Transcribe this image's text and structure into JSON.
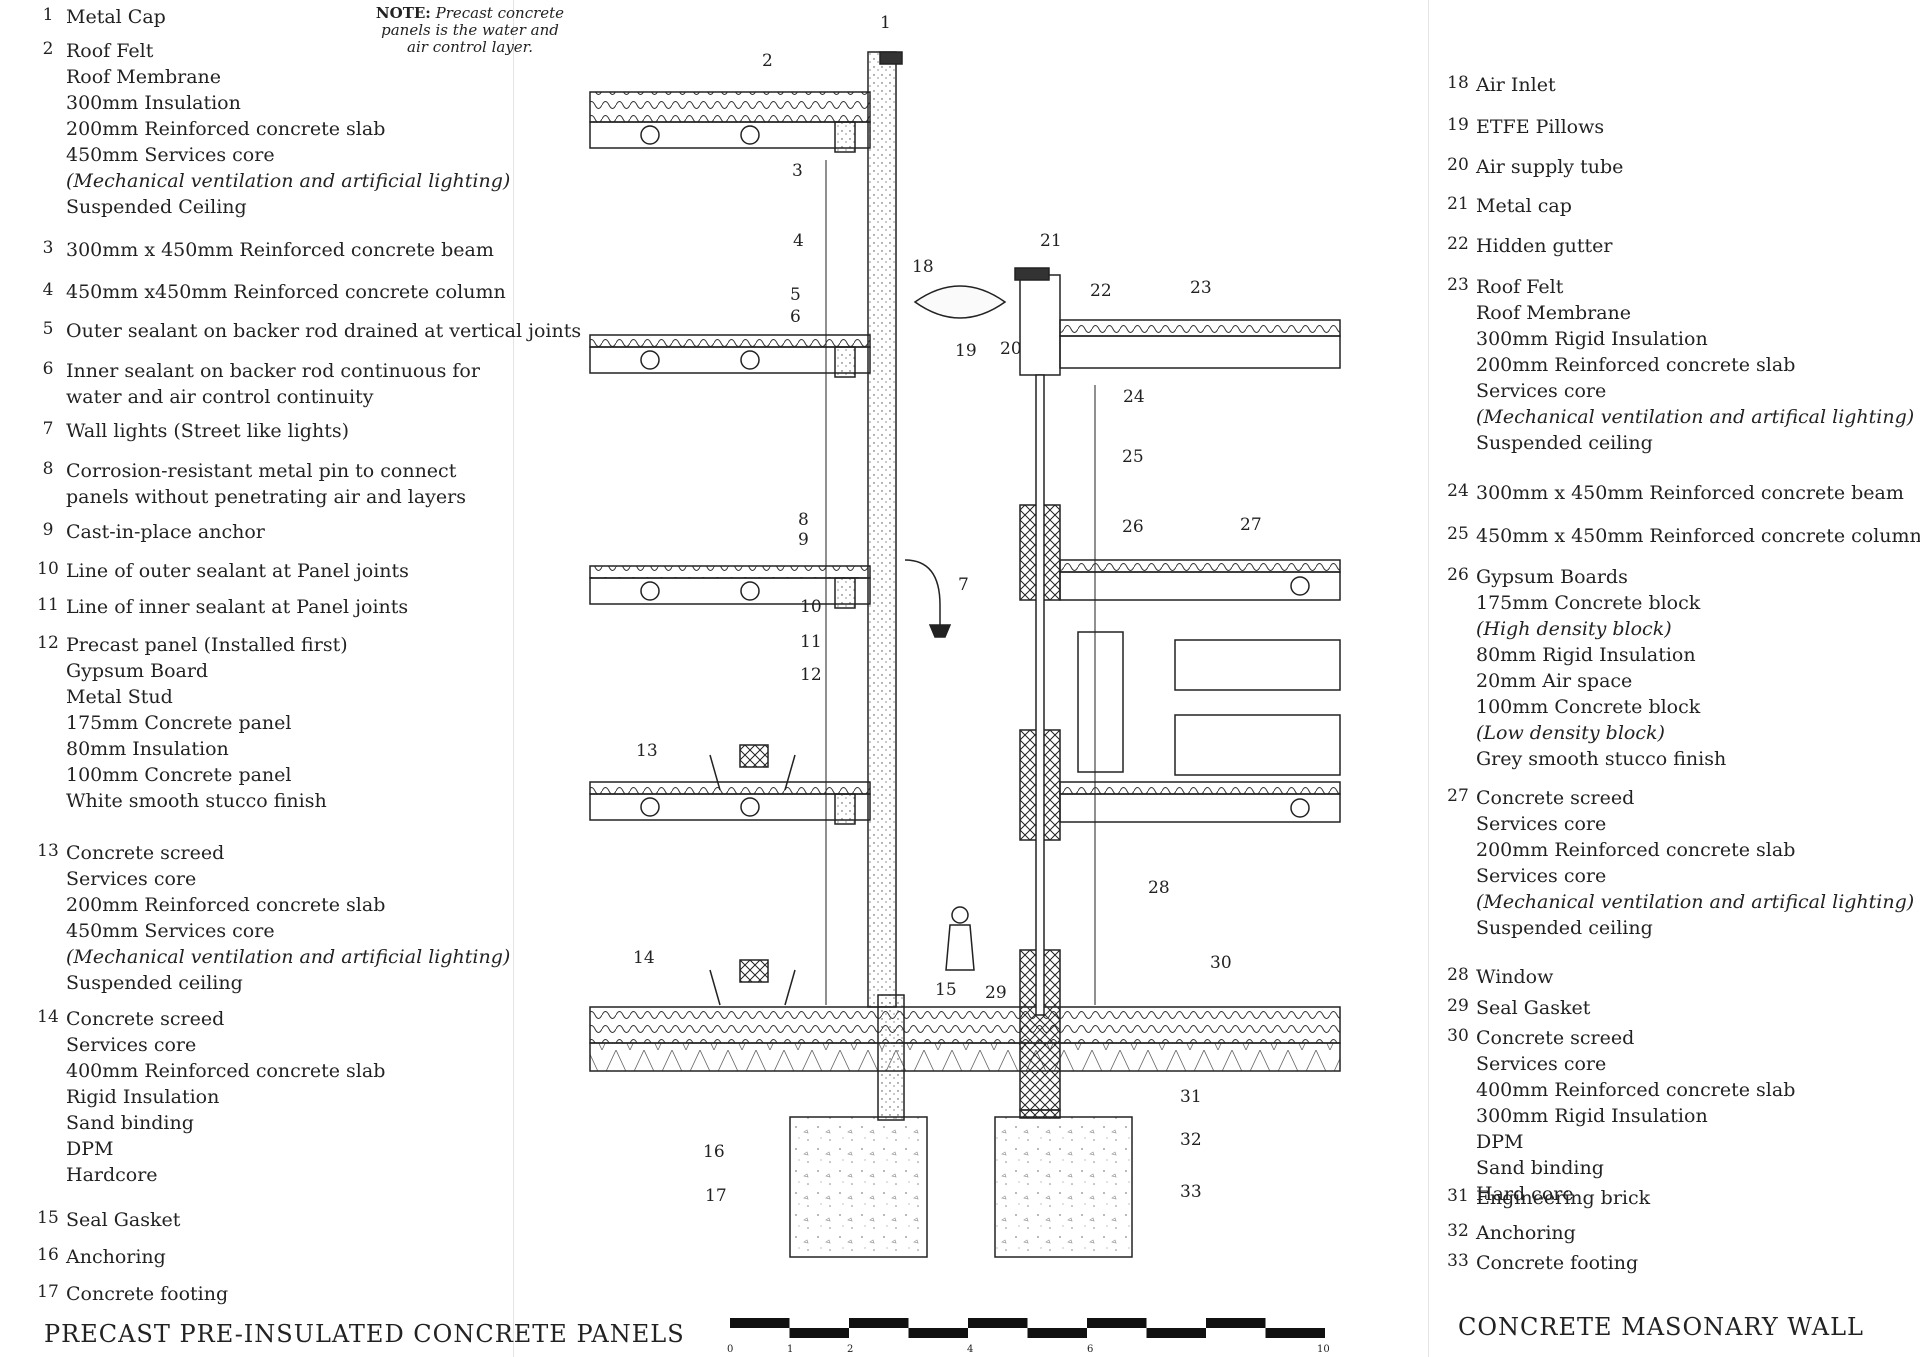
{
  "note": {
    "label": "NOTE:",
    "text": "Precast concrete panels is the water and air control layer."
  },
  "left_legend": [
    {
      "num": "1",
      "lines": [
        "Metal Cap"
      ]
    },
    {
      "num": "2",
      "lines": [
        "Roof Felt",
        "Roof Membrane",
        "300mm Insulation",
        "200mm Reinforced concrete slab",
        "450mm Services core",
        "(Mechanical ventilation and artificial lighting)",
        "Suspended Ceiling"
      ]
    },
    {
      "num": "3",
      "lines": [
        "300mm x 450mm Reinforced concrete beam"
      ]
    },
    {
      "num": "4",
      "lines": [
        "450mm x450mm Reinforced concrete column"
      ]
    },
    {
      "num": "5",
      "lines": [
        "Outer sealant on backer rod drained at vertical joints"
      ]
    },
    {
      "num": "6",
      "lines": [
        "Inner sealant on backer rod continuous for",
        "water and air control continuity"
      ]
    },
    {
      "num": "7",
      "lines": [
        "Wall lights (Street like lights)"
      ]
    },
    {
      "num": "8",
      "lines": [
        "Corrosion-resistant metal pin to connect",
        "panels without penetrating air and layers"
      ]
    },
    {
      "num": "9",
      "lines": [
        "Cast-in-place anchor"
      ]
    },
    {
      "num": "10",
      "lines": [
        "Line of outer sealant at Panel joints"
      ]
    },
    {
      "num": "11",
      "lines": [
        "Line of inner sealant at Panel joints"
      ]
    },
    {
      "num": "12",
      "lines": [
        "Precast panel (Installed first)",
        "Gypsum Board",
        "Metal Stud",
        "175mm Concrete panel",
        "80mm Insulation",
        "100mm Concrete panel",
        "White smooth stucco finish"
      ]
    },
    {
      "num": "13",
      "lines": [
        "Concrete screed",
        "Services core",
        "200mm Reinforced concrete slab",
        "450mm Services core",
        "(Mechanical ventilation and artificial lighting)",
        "Suspended ceiling"
      ]
    },
    {
      "num": "14",
      "lines": [
        "Concrete screed",
        "Services core",
        "400mm Reinforced concrete slab",
        "Rigid Insulation",
        "Sand binding",
        "DPM",
        "Hardcore"
      ]
    },
    {
      "num": "15",
      "lines": [
        "Seal Gasket"
      ]
    },
    {
      "num": "16",
      "lines": [
        "Anchoring"
      ]
    },
    {
      "num": "17",
      "lines": [
        "Concrete footing"
      ]
    }
  ],
  "right_legend": [
    {
      "num": "18",
      "lines": [
        "Air Inlet"
      ]
    },
    {
      "num": "19",
      "lines": [
        "ETFE Pillows"
      ]
    },
    {
      "num": "20",
      "lines": [
        "Air supply tube"
      ]
    },
    {
      "num": "21",
      "lines": [
        "Metal cap"
      ]
    },
    {
      "num": "22",
      "lines": [
        "Hidden gutter"
      ]
    },
    {
      "num": "23",
      "lines": [
        "Roof Felt",
        "Roof Membrane",
        "300mm Rigid Insulation",
        "200mm Reinforced concrete slab",
        "Services core",
        "(Mechanical ventilation and artifical lighting)",
        "Suspended ceiling"
      ]
    },
    {
      "num": "24",
      "lines": [
        "300mm x 450mm Reinforced concrete beam"
      ]
    },
    {
      "num": "25",
      "lines": [
        "450mm x 450mm Reinforced concrete column"
      ]
    },
    {
      "num": "26",
      "lines": [
        "Gypsum Boards",
        "175mm Concrete block",
        "(High density block)",
        "80mm Rigid Insulation",
        "20mm Air space",
        "100mm Concrete block",
        "(Low density block)",
        "Grey smooth stucco finish"
      ]
    },
    {
      "num": "27",
      "lines": [
        "Concrete screed",
        "Services core",
        "200mm Reinforced concrete slab",
        "Services core",
        "(Mechanical ventilation and artifical lighting)",
        "Suspended ceiling"
      ]
    },
    {
      "num": "28",
      "lines": [
        "Window"
      ]
    },
    {
      "num": "29",
      "lines": [
        "Seal Gasket"
      ]
    },
    {
      "num": "30",
      "lines": [
        "Concrete screed",
        "Services core",
        "400mm Reinforced concrete slab",
        "300mm Rigid Insulation",
        "DPM",
        "Sand binding",
        "Hard core"
      ]
    },
    {
      "num": "31",
      "lines": [
        "Engineering brick"
      ]
    },
    {
      "num": "32",
      "lines": [
        "Anchoring"
      ]
    },
    {
      "num": "33",
      "lines": [
        "Concrete footing"
      ]
    }
  ],
  "titles": {
    "left": "PRECAST PRE-INSULATED CONCRETE PANELS",
    "right": "CONCRETE MASONARY WALL"
  },
  "scale_labels": [
    "0",
    "1",
    "2",
    "4",
    "6",
    "10"
  ],
  "callouts": [
    "1",
    "2",
    "3",
    "4",
    "5",
    "6",
    "7",
    "8",
    "9",
    "10",
    "11",
    "12",
    "13",
    "14",
    "15",
    "16",
    "17",
    "18",
    "19",
    "20",
    "21",
    "22",
    "23",
    "24",
    "25",
    "26",
    "27",
    "28",
    "29",
    "30",
    "31",
    "32",
    "33"
  ]
}
